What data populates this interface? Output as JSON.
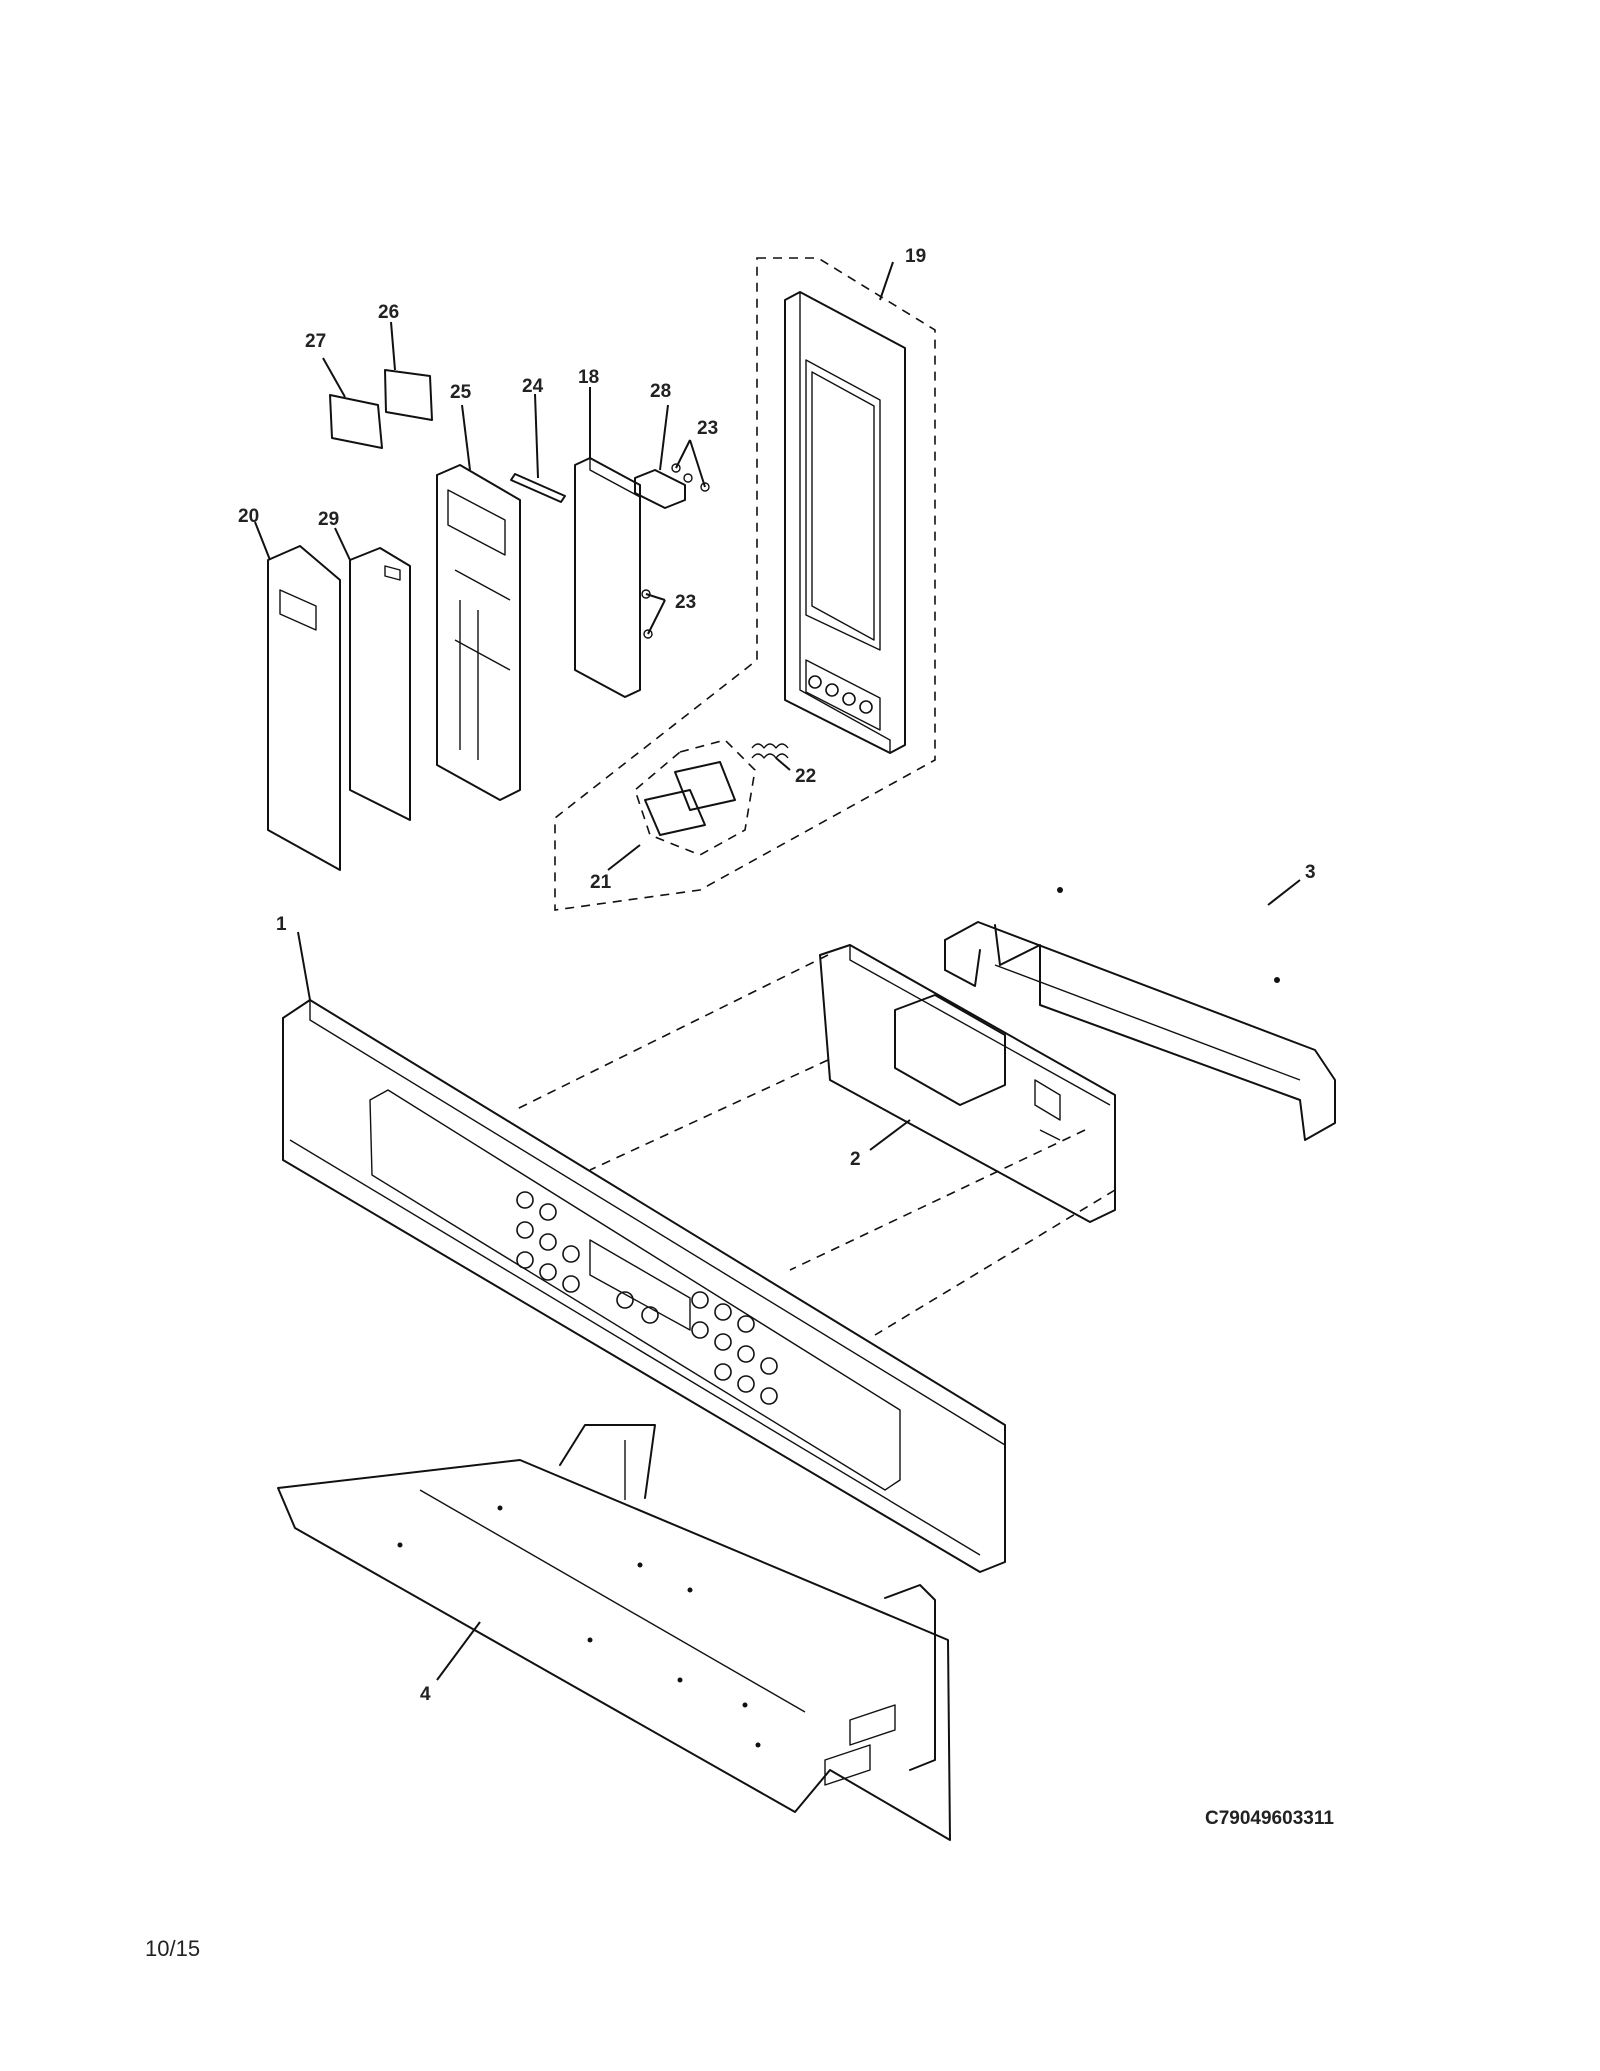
{
  "callouts": [
    "1",
    "2",
    "3",
    "4",
    "18",
    "19",
    "20",
    "21",
    "22",
    "23",
    "23",
    "24",
    "25",
    "26",
    "27",
    "28",
    "29"
  ],
  "drawing_code": "C79049603311",
  "page_number": "10/15"
}
